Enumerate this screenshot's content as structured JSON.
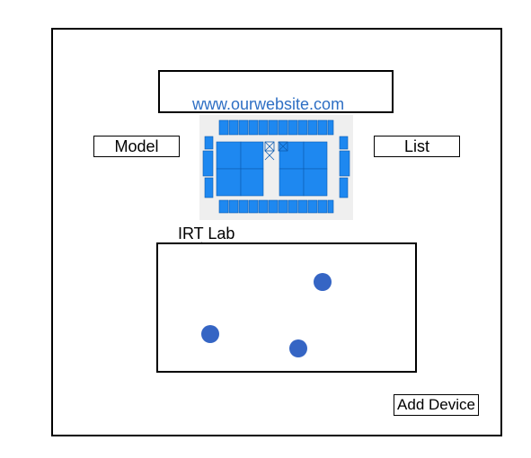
{
  "header": {
    "website": "www.ourwebsite.com"
  },
  "toolbar": {
    "model_label": "Model",
    "list_label": "List",
    "add_device_label": "Add Device"
  },
  "floorplan": {
    "icon": "floorplan-thumbnail",
    "fill_color": "#1e88f0",
    "background_color": "#efefef"
  },
  "lab": {
    "name": "IRT Lab",
    "devices": [
      "device",
      "device",
      "device"
    ],
    "device_color": "#3565c4"
  }
}
